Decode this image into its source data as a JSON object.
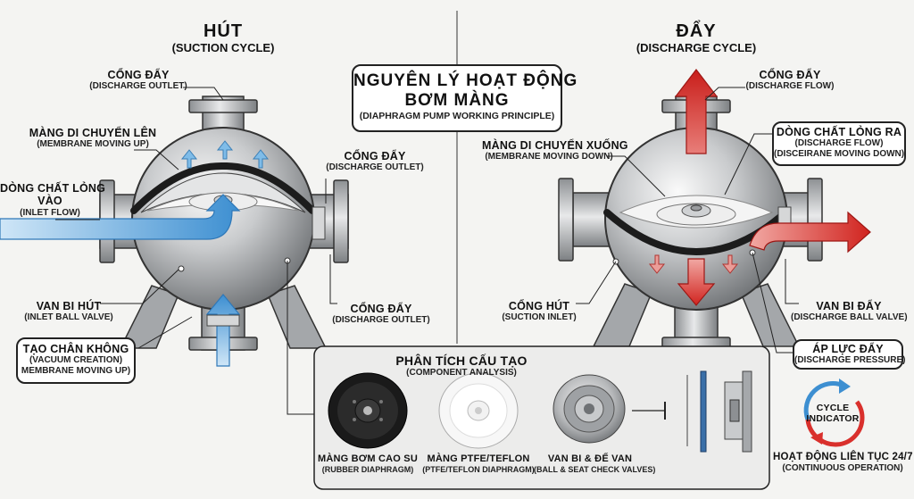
{
  "suction": {
    "title": "HÚT",
    "subtitle": "(SUCTION CYCLE)",
    "outlet_top": {
      "vi": "CỔNG ĐẨY",
      "en": "(DISCHARGE OUTLET)"
    },
    "membrane_up": {
      "vi": "MÀNG DI CHUYỂN LÊN",
      "en": "(MEMBRANE MOVING UP)"
    },
    "outlet_right": {
      "vi": "CỔNG ĐẨY",
      "en": "(DISCHARGE OUTLET)"
    },
    "inlet_flow": {
      "vi1": "DÒNG CHẤT LỎNG",
      "vi2": "VÀO",
      "en": "(INLET FLOW)"
    },
    "inlet_ball_valve": {
      "vi": "VAN BI HÚT",
      "en": "(INLET BALL VALVE)"
    },
    "outlet_bottom": {
      "vi": "CỔNG ĐẨY",
      "en": "(DISCHARGE OUTLET)"
    },
    "vacuum": {
      "vi": "TẠO CHÂN KHÔNG",
      "en1": "(VACUUM CREATION)",
      "en2": "MEMBRANE MOVING UP)"
    }
  },
  "center_title": {
    "line1": "NGUYÊN LÝ HOẠT ĐỘNG",
    "line2": "BƠM MÀNG",
    "sub": "(DIAPHRAGM PUMP WORKING PRINCIPLE)"
  },
  "discharge": {
    "title": "ĐẨY",
    "subtitle": "(DISCHARGE CYCLE)",
    "flow_top": {
      "vi": "CỔNG ĐẨY",
      "en": "(DISCHARGE FLOW)"
    },
    "membrane_down": {
      "vi": "MÀNG DI CHUYỂN XUỐNG",
      "en": "(MEMBRANE MOVING DOWN)"
    },
    "liquid_out": {
      "vi": "DÒNG CHẤT LỎNG RA",
      "en1": "(DISCHARGE FLOW)",
      "en2": "(DISCEIRANE MOVING DOWN)"
    },
    "suction_inlet": {
      "vi": "CỔNG HÚT",
      "en": "(SUCTION INLET)"
    },
    "ball_valve": {
      "vi": "VAN BI ĐẨY",
      "en": "(DISCHARGE BALL VALVE)"
    },
    "pressure": {
      "vi": "ÁP LỰC ĐẨY",
      "en": "(DISCHARGE PRESSURE)"
    }
  },
  "components": {
    "title": "PHÂN TÍCH CẤU TẠO",
    "subtitle": "(COMPONENT ANALYSIS)",
    "items": [
      {
        "vi": "MÀNG BƠM CAO SU",
        "en": "(RUBBER DIAPHRAGM)"
      },
      {
        "vi": "MÀNG PTFE/TEFLON",
        "en": "(PTFE/TEFLON DIAPHRAGM)"
      },
      {
        "vi": "VAN BI & ĐẾ VAN",
        "en": "(BALL & SEAT CHECK VALVES)"
      }
    ]
  },
  "cycle": {
    "label1": "CYCLE",
    "label2": "INDICATOR",
    "vi": "HOẠT ĐỘNG LIÊN TỤC 24/7",
    "en": "(CONTINUOUS OPERATION)"
  },
  "colors": {
    "suction_flow": "#6fb3e6",
    "discharge_flow": "#d9302c",
    "metal": "#b9bcbf",
    "membrane": "#1c1c1c"
  }
}
